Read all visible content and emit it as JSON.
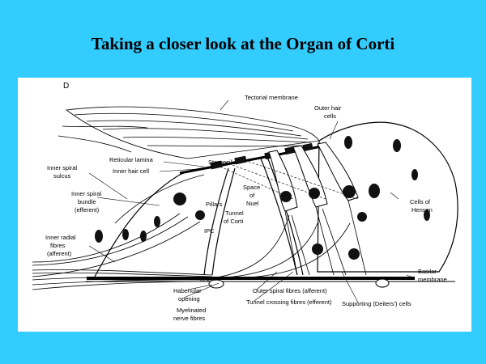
{
  "slide": {
    "title": "Taking a closer look at the Organ of Corti",
    "background_color": "#33ccff"
  },
  "figure": {
    "panel_letter": "D",
    "labels": {
      "tectorial_membrane": "Tectorial membrane",
      "outer_hair_cells_1": "Outer hair",
      "outer_hair_cells_2": "cells",
      "reticular_lamina": "Reticular lamina",
      "stereocilia": "Stereocilia",
      "inner_hair_cell": "Inner hair cell",
      "inner_spiral_sulcus_1": "Inner spiral",
      "inner_spiral_sulcus_2": "sulcus",
      "inner_spiral_bundle_1": "Inner spiral",
      "inner_spiral_bundle_2": "bundle",
      "inner_spiral_bundle_3": "(efferent)",
      "inner_radial_fibres_1": "Inner radial",
      "inner_radial_fibres_2": "fibres",
      "inner_radial_fibres_3": "(afferent)",
      "pillars": "Pillars",
      "tunnel_of_corti_1": "Tunnel",
      "tunnel_of_corti_2": "of Corti",
      "space_of_nuel_1": "Space",
      "space_of_nuel_2": "of",
      "space_of_nuel_3": "Nuel",
      "ipc": "IPC",
      "cells_of_hensen_1": "Cells of",
      "cells_of_hensen_2": "Hensen",
      "basilar_membrane_1": "Basilar",
      "basilar_membrane_2": "membrane",
      "bv": "B.V.",
      "habenular_opening_1": "Habenular",
      "habenular_opening_2": "opening",
      "myelinated_nerve_fibres_1": "Myelinated",
      "myelinated_nerve_fibres_2": "nerve fibres",
      "outer_spiral_fibres": "Outer spiral fibres (afferent)",
      "tunnel_crossing_fibres": "Tunnel crossing fibres (efferent)",
      "supporting_cells": "Supporting (Deiters') cells"
    }
  }
}
